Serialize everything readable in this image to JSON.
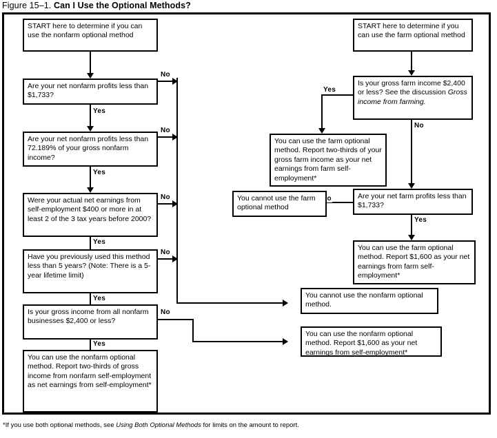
{
  "figure": {
    "number": "Figure 15–1.",
    "name": "Can I Use the Optional Methods?"
  },
  "footnote": {
    "prefix": "*If you use both optional methods, see ",
    "italic": "Using Both Optional Methods",
    "suffix": " for limits on the amount to report."
  },
  "labels": {
    "yes": "Yes",
    "no": "No"
  },
  "nodes": {
    "nonfarm_start": "START here to determine if you can use the nonfarm optional method",
    "nonfarm_q1": "Are your net nonfarm profits less than $1,733?",
    "nonfarm_q2": "Are your net nonfarm profits less than 72.189% of your gross nonfarm income?",
    "nonfarm_q3": "Were your actual net earnings from self-employment $400 or more in at least 2 of the 3 tax years before 2000?",
    "nonfarm_q4": "Have you previously used this method less than 5 years? (Note: There is a 5-year lifetime limit)",
    "nonfarm_q5": "Is your gross income from all nonfarm businesses $2,400 or less?",
    "nonfarm_result_yes": "You can use the nonfarm optional method. Report two-thirds of gross income from nonfarm self-employment as net earnings from self-employment*",
    "nonfarm_cannot": "You cannot use the nonfarm optional method.",
    "nonfarm_can_1600": "You can use the nonfarm optional method. Report $1,600 as your net earnings from self-employment*",
    "farm_start": "START here to determine if you can use the farm optional method",
    "farm_q1_part1": "Is your gross farm income $2,400 or less? See the discussion ",
    "farm_q1_italic": "Gross income from farming.",
    "farm_result_twothirds": "You can use the farm optional method. Report two-thirds of your gross farm income as your net earnings from farm self-employment*",
    "farm_cannot": "You cannot use the farm optional method",
    "farm_q2": "Are your net farm profits less than $1,733?",
    "farm_can_1600": "You can use the farm optional method. Report $1,600 as your net earnings from farm self-employment*"
  },
  "colors": {
    "ink": "#000000",
    "paper": "#ffffff"
  }
}
